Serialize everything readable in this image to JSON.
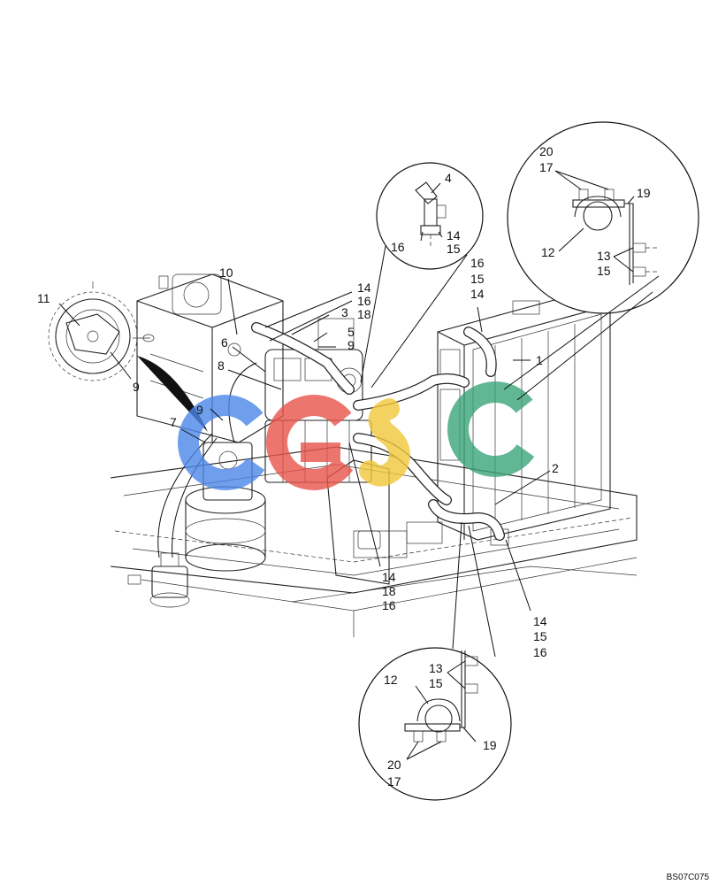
{
  "drawing_code": "BS07C075",
  "watermark": {
    "letters": [
      "c",
      "g",
      "s",
      "c"
    ],
    "colors": [
      "#4a86e8",
      "#e8534a",
      "#f2c83a",
      "#3aa57a"
    ]
  },
  "callouts": {
    "c1": "1",
    "c2": "2",
    "c3": "3",
    "c4": "4",
    "c4_16": "16",
    "c4_14": "14",
    "c4_15": "15",
    "c5": "5",
    "c6": "6",
    "c7": "7",
    "c8": "8",
    "c9_top": "9",
    "c9_left": "9",
    "c9_mid": "9",
    "c10": "10",
    "c11": "11",
    "c14_16_18_a": "14",
    "c14_16_18_b": "16",
    "c14_16_18_c": "18",
    "c16_15_14_a": "16",
    "c16_15_14_b": "15",
    "c16_15_14_c": "14",
    "c14_18_16_a": "14",
    "c14_18_16_b": "18",
    "c14_18_16_c": "16",
    "c14_15_16_a": "14",
    "c14_15_16_b": "15",
    "c14_15_16_c": "16",
    "tr_20": "20",
    "tr_17": "17",
    "tr_19": "19",
    "tr_12": "12",
    "tr_13": "13",
    "tr_15": "15",
    "b_13": "13",
    "b_15": "15",
    "b_12": "12",
    "b_19": "19",
    "b_20": "20",
    "b_17": "17"
  }
}
